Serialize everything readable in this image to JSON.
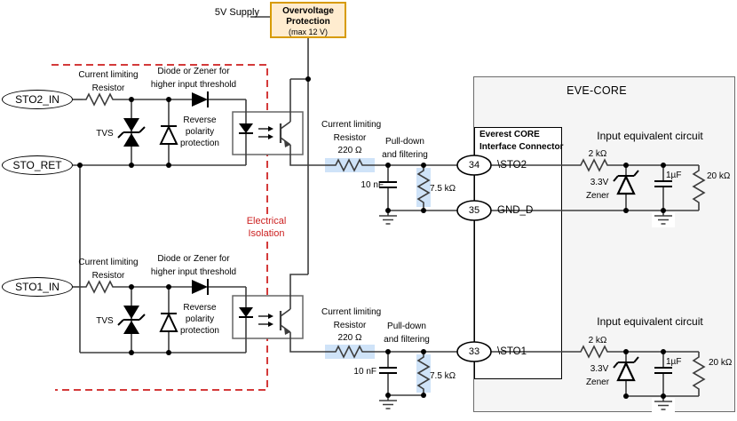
{
  "colors": {
    "resistor_highlight": "#cfe3f8",
    "ovp_fill": "#ffeccf",
    "ovp_border": "#d79b00",
    "isolation_red": "#d43a3a",
    "eve_core_fill": "#f5f5f5"
  },
  "supply": {
    "label": "5V Supply"
  },
  "ovp": {
    "line1": "Overvoltage",
    "line2": "Protection",
    "line3": "(max 12 V)"
  },
  "isolation": {
    "line1": "Electrical",
    "line2": "Isolation"
  },
  "input_ovals": {
    "sto2_in": "STO2_IN",
    "sto_ret": "STO_RET",
    "sto1_in": "STO1_IN"
  },
  "front_end": {
    "cl1": "Current limiting",
    "cl2": "Resistor",
    "dz1": "Diode or Zener for",
    "dz2": "higher input threshold",
    "tvs": "TVS",
    "rev1": "Reverse",
    "rev2": "polarity",
    "rev3": "protection"
  },
  "filter": {
    "cl1": "Current limiting",
    "cl2": "Resistor",
    "r_value": "220 Ω",
    "pd1": "Pull-down",
    "pd2": "and filtering",
    "cap_value": "10 nF",
    "pd_value": "7.5 kΩ"
  },
  "eve_core": {
    "title": "EVE-CORE",
    "connector1": "Everest CORE",
    "connector2": "Interface Connector",
    "pins": [
      {
        "number": "34",
        "label": "\\STO2"
      },
      {
        "number": "35",
        "label": "GND_D"
      },
      {
        "number": "33",
        "label": "\\STO1"
      }
    ],
    "equiv": {
      "title": "Input equivalent circuit",
      "r_series": "2 kΩ",
      "zener1": "3.3V",
      "zener2": "Zener",
      "cap": "1µF",
      "r_pull": "20 kΩ"
    }
  }
}
